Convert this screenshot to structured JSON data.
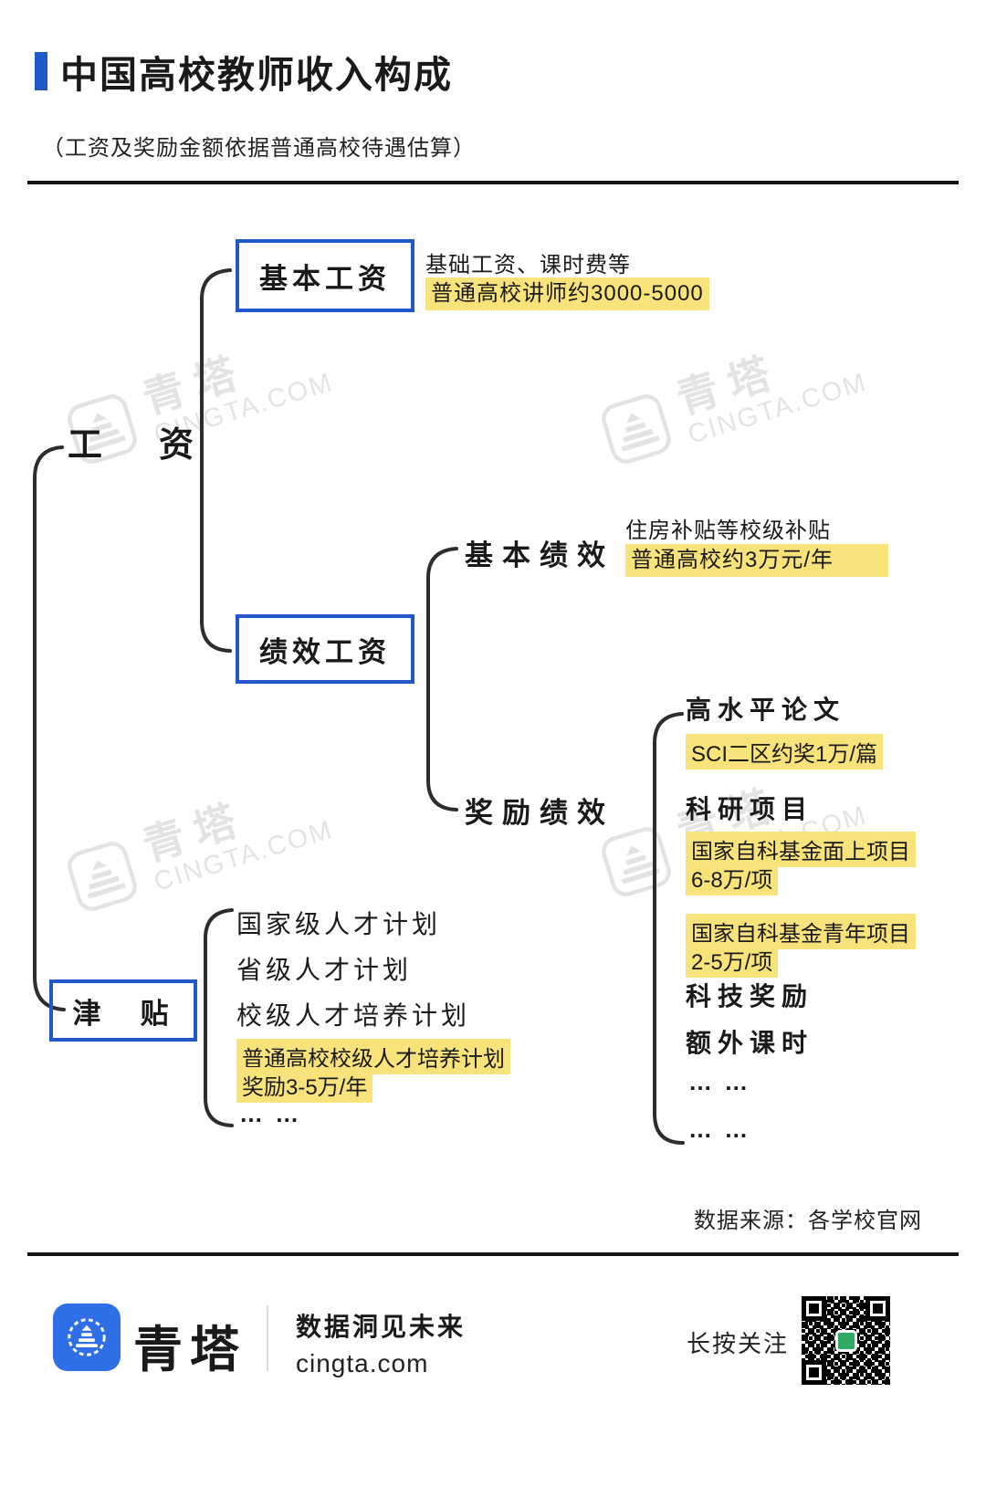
{
  "header": {
    "title": "中国高校教师收入构成",
    "subtitle": "（工资及奖励金额依据普通高校待遇估算）"
  },
  "tree": {
    "salary": {
      "label": "工　资"
    },
    "basic_salary": {
      "label": "基本工资",
      "note": "基础工资、课时费等",
      "highlight": "普通高校讲师约3000-5000"
    },
    "performance_salary": {
      "label": "绩效工资"
    },
    "basic_performance": {
      "label": "基本绩效",
      "note": "住房补贴等校级补贴",
      "highlight": "普通高校约3万元/年"
    },
    "reward_performance": {
      "label": "奖励绩效",
      "items": [
        {
          "type": "header",
          "text": "高水平论文"
        },
        {
          "type": "highlight",
          "text": "SCI二区约奖1万/篇"
        },
        {
          "type": "header",
          "text": "科研项目"
        },
        {
          "type": "highlight",
          "text": "国家自科基金面上项目"
        },
        {
          "type": "highlight",
          "text": "6-8万/项"
        },
        {
          "type": "highlight",
          "text": "国家自科基金青年项目"
        },
        {
          "type": "highlight",
          "text": "2-5万/项"
        },
        {
          "type": "header",
          "text": "科技奖励"
        },
        {
          "type": "header",
          "text": "额外课时"
        },
        {
          "type": "dots",
          "text": "… …"
        },
        {
          "type": "dots",
          "text": "… …"
        }
      ]
    },
    "allowance": {
      "label": "津　贴",
      "items": [
        {
          "type": "plain",
          "text": "国家级人才计划"
        },
        {
          "type": "plain",
          "text": "省级人才计划"
        },
        {
          "type": "plain",
          "text": "校级人才培养计划"
        },
        {
          "type": "highlight",
          "text": "普通高校校级人才培养计划"
        },
        {
          "type": "highlight",
          "text": "奖励3-5万/年"
        },
        {
          "type": "dots",
          "text": "… …"
        }
      ]
    }
  },
  "source": "数据来源：各学校官网",
  "footer": {
    "brand": "青塔",
    "slogan": "数据洞见未来",
    "site": "cingta.com",
    "follow_hint": "长按关注"
  },
  "watermark": {
    "brand": "青塔",
    "site": "CINGTA.COM"
  },
  "colors": {
    "accent": "#2057c9",
    "highlight": "#f8e27a",
    "logo_blue": "#2e6fe8"
  }
}
